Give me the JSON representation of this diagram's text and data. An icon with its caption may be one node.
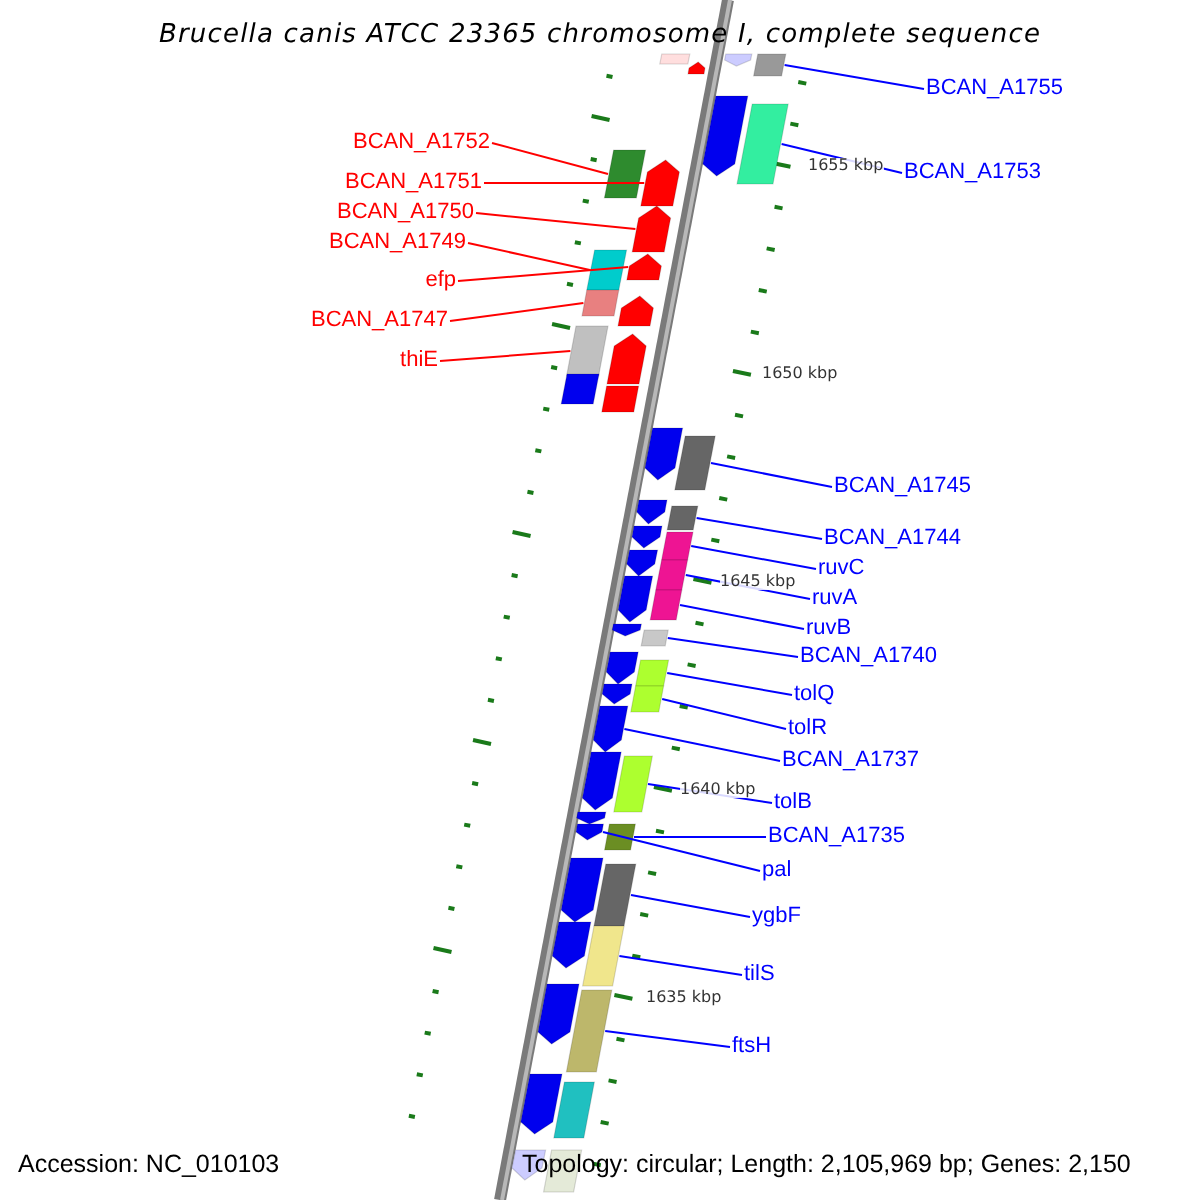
{
  "diagram": {
    "title": "Brucella canis ATCC 23365 chromosome I, complete sequence",
    "nodes": [
      {
        "text": [
          "BCAN_A1755"
        ]
      },
      {
        "text": [
          "BCAN_A1752"
        ]
      },
      {
        "text": [
          "BCAN_A1753"
        ]
      },
      {
        "text": [
          "BCAN_A1751"
        ]
      },
      {
        "text": [
          "BCAN_A1750"
        ]
      },
      {
        "text": [
          "BCAN_A1749"
        ]
      },
      {
        "text": [
          "efp"
        ]
      },
      {
        "text": [
          "BCAN_A1747"
        ]
      },
      {
        "text": [
          "thiE"
        ]
      },
      {
        "text": [
          "BCAN_A1745"
        ]
      },
      {
        "text": [
          "BCAN_A1744"
        ]
      },
      {
        "text": [
          "ruvC"
        ]
      },
      {
        "text": [
          "ruvA"
        ]
      },
      {
        "text": [
          "ruvB"
        ]
      },
      {
        "text": [
          "BCAN_A1740"
        ]
      },
      {
        "text": [
          "tolQ"
        ]
      },
      {
        "text": [
          "tolR"
        ]
      },
      {
        "text": [
          "BCAN_A1737"
        ]
      },
      {
        "text": [
          "tolB"
        ]
      },
      {
        "text": [
          "BCAN_A1735"
        ]
      },
      {
        "text": [
          "pal"
        ]
      },
      {
        "text": [
          "ygbF"
        ]
      },
      {
        "text": [
          "tilS"
        ]
      },
      {
        "text": [
          "ftsH"
        ]
      },
      {
        "text": [],
        "shape": "box"
      },
      {
        "text": [],
        "shape": "pentagon"
      },
      {
        "text": [],
        "shape": "box"
      },
      {
        "text": [],
        "shape": "pentagon"
      },
      {
        "text": [],
        "shape": "pentagon"
      },
      {
        "text": [],
        "shape": "box"
      },
      {
        "text": [],
        "shape": "box"
      },
      {
        "text": [],
        "shape": "pentagon"
      },
      {
        "text": [],
        "shape": "pentagon"
      },
      {
        "text": [],
        "shape": "box"
      },
      {
        "text": [],
        "shape": "pentagon"
      },
      {
        "text": [],
        "shape": "box"
      },
      {
        "text": [],
        "shape": "pentagon"
      },
      {
        "text": [],
        "shape": "box"
      },
      {
        "text": [],
        "shape": "pentagon"
      },
      {
        "text": [],
        "shape": "box"
      },
      {
        "text": [],
        "shape": "box"
      },
      {
        "text": [],
        "shape": "pentagon"
      },
      {
        "text": [],
        "shape": "box"
      },
      {
        "text": [],
        "shape": "pentagon"
      },
      {
        "text": [],
        "shape": "box"
      },
      {
        "text": [],
        "shape": "pentagon"
      },
      {
        "text": [],
        "shape": "box"
      },
      {
        "text": [],
        "shape": "pentagon"
      },
      {
        "text": [],
        "shape": "box"
      },
      {
        "text": [],
        "shape": "pentagon"
      },
      {
        "text": [],
        "shape": "box"
      },
      {
        "text": [],
        "shape": "pentagon"
      },
      {
        "text": [],
        "shape": "box"
      },
      {
        "text": [],
        "shape": "pentagon"
      },
      {
        "text": [],
        "shape": "box"
      },
      {
        "text": [],
        "shape": "pentagon"
      },
      {
        "text": [],
        "shape": "box"
      },
      {
        "text": [],
        "shape": "pentagon"
      },
      {
        "text": [],
        "shape": "pentagon"
      },
      {
        "text": [],
        "shape": "box"
      },
      {
        "text": [],
        "shape": "pentagon"
      },
      {
        "text": [],
        "shape": "pentagon"
      },
      {
        "text": [],
        "shape": "box"
      },
      {
        "text": [],
        "shape": "pentagon"
      },
      {
        "text": [],
        "shape": "box"
      },
      {
        "text": [],
        "shape": "pentagon"
      },
      {
        "text": [],
        "shape": "box"
      },
      {
        "text": [],
        "shape": "pentagon"
      },
      {
        "text": [],
        "shape": "box"
      },
      {
        "text": [],
        "shape": "pentagon"
      },
      {
        "text": [],
        "shape": "box"
      },
      {
        "text": [],
        "shape": "pentagon"
      },
      {
        "text": [],
        "shape": "box"
      }
    ],
    "edges": [
      {
        "from": 0,
        "to": 26,
        "arrow": "none"
      },
      {
        "from": 1,
        "to": 30,
        "arrow": "none",
        "color": "#ff0000"
      },
      {
        "from": 2,
        "to": 29,
        "arrow": "none"
      },
      {
        "from": 3,
        "to": 31,
        "arrow": "none",
        "color": "#ff0000"
      },
      {
        "from": 4,
        "to": 32,
        "arrow": "none",
        "color": "#ff0000"
      },
      {
        "from": 5,
        "to": 33,
        "arrow": "none",
        "color": "#ff0000"
      },
      {
        "from": 6,
        "to": 34,
        "arrow": "none",
        "color": "#ff0000"
      },
      {
        "from": 7,
        "to": 35,
        "arrow": "none",
        "color": "#ff0000"
      },
      {
        "from": 8,
        "to": 37,
        "arrow": "none",
        "color": "#ff0000"
      },
      {
        "from": 9,
        "to": 42,
        "arrow": "none"
      },
      {
        "from": 10,
        "to": 44,
        "arrow": "none"
      },
      {
        "from": 11,
        "to": 46,
        "arrow": "none"
      },
      {
        "from": 12,
        "to": 48,
        "arrow": "none"
      },
      {
        "from": 13,
        "to": 50,
        "arrow": "none"
      },
      {
        "from": 14,
        "to": 52,
        "arrow": "none"
      },
      {
        "from": 15,
        "to": 54,
        "arrow": "none"
      },
      {
        "from": 16,
        "to": 56,
        "arrow": "none"
      },
      {
        "from": 17,
        "to": 57,
        "arrow": "none"
      },
      {
        "from": 18,
        "to": 59,
        "arrow": "none"
      },
      {
        "from": 19,
        "to": 62,
        "arrow": "none"
      },
      {
        "from": 20,
        "to": 61,
        "arrow": "none"
      },
      {
        "from": 21,
        "to": 64,
        "arrow": "none"
      },
      {
        "from": 22,
        "to": 66,
        "arrow": "none"
      },
      {
        "from": 23,
        "to": 68,
        "arrow": "none"
      }
    ],
    "labels": [
      "1655 kbp",
      "1650 kbp",
      "1645 kbp",
      "1640 kbp",
      "1635 kbp",
      "Accession: NC_010103",
      "Topology: circular; Length: 2,105,969 bp; Genes: 2,150"
    ]
  }
}
